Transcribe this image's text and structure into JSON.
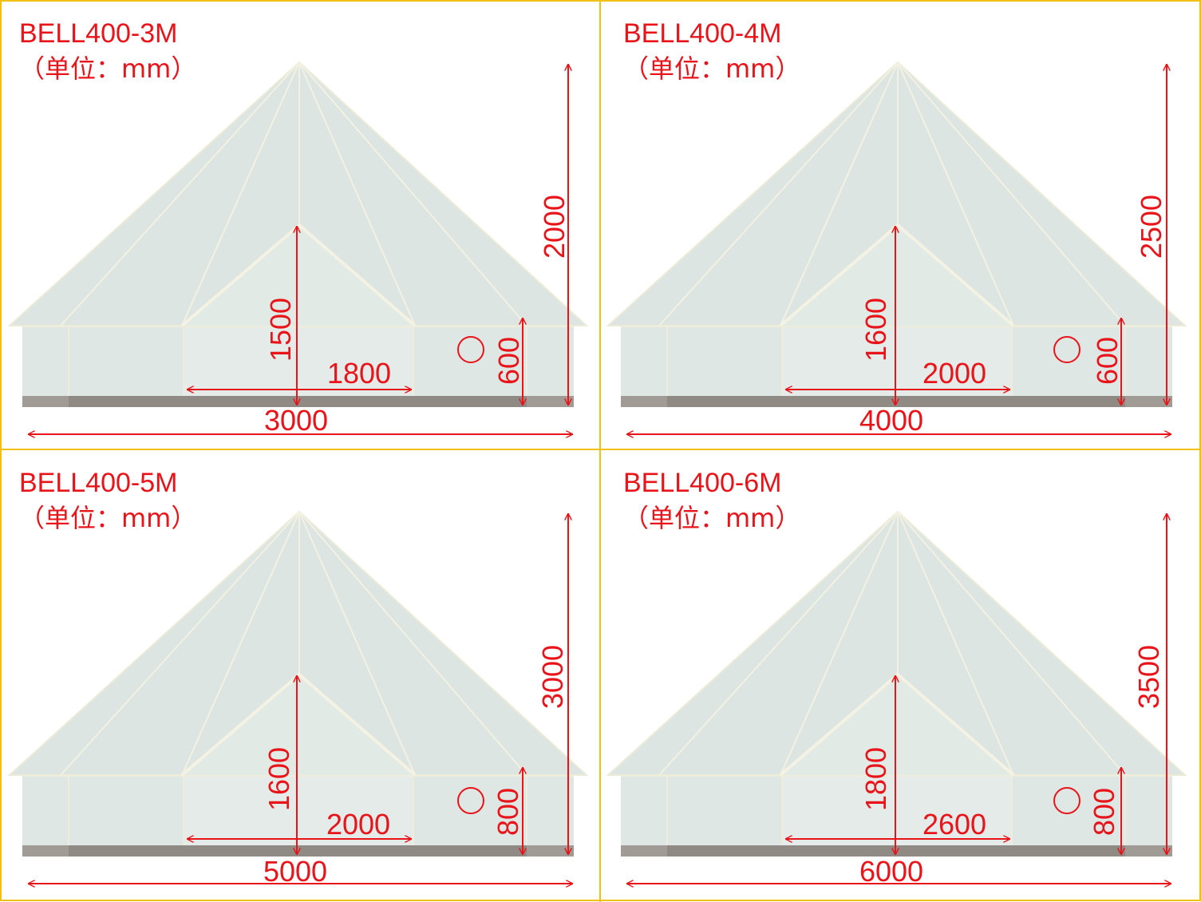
{
  "panels": [
    {
      "title": "BELL400-3M",
      "unit": "（单位：mm）",
      "dims": {
        "width": "3000",
        "height": "2000",
        "door_height": "1500",
        "door_width": "1800",
        "wall_height": "600"
      }
    },
    {
      "title": "BELL400-4M",
      "unit": "（单位：mm）",
      "dims": {
        "width": "4000",
        "height": "2500",
        "door_height": "1600",
        "door_width": "2000",
        "wall_height": "600"
      }
    },
    {
      "title": "BELL400-5M",
      "unit": "（单位：mm）",
      "dims": {
        "width": "5000",
        "height": "3000",
        "door_height": "1600",
        "door_width": "2000",
        "wall_height": "800"
      }
    },
    {
      "title": "BELL400-6M",
      "unit": "（单位：mm）",
      "dims": {
        "width": "6000",
        "height": "3500",
        "door_height": "1800",
        "door_width": "2600",
        "wall_height": "800"
      }
    }
  ],
  "colors": {
    "border": "#f2c012",
    "annotation": "#e8141a",
    "canvas": "#dde6e2",
    "canvas_edge": "#ecebd8",
    "base": "#8f8a84"
  }
}
